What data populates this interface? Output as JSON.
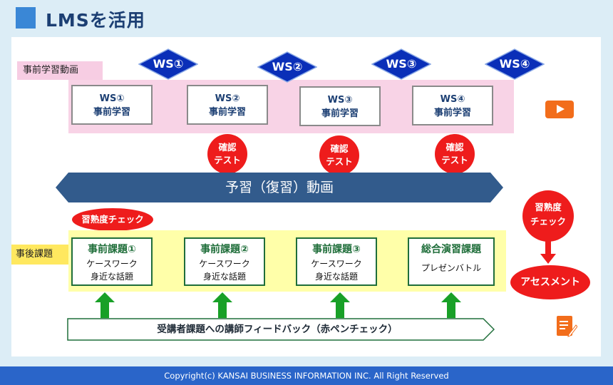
{
  "title": "LMSを活用",
  "pre_label": "事前学習動画",
  "post_label": "事後課題",
  "ws_diamonds": [
    "WS①",
    "WS②",
    "WS③",
    "WS④"
  ],
  "pre_boxes": [
    {
      "line1": "WS①",
      "line2": "事前学習"
    },
    {
      "line1": "WS②",
      "line2": "事前学習"
    },
    {
      "line1": "WS③",
      "line2": "事前学習"
    },
    {
      "line1": "WS④",
      "line2": "事前学習"
    }
  ],
  "quiz_circles": [
    {
      "line1": "確認",
      "line2": "テスト"
    },
    {
      "line1": "確認",
      "line2": "テスト"
    },
    {
      "line1": "確認",
      "line2": "テスト"
    }
  ],
  "banner": "予習（復習）動画",
  "proficiency_check": "習熟度チェック",
  "post_boxes": [
    {
      "heading": "事前課題①",
      "line1": "ケースワーク",
      "line2": "身近な話題"
    },
    {
      "heading": "事前課題②",
      "line1": "ケースワーク",
      "line2": "身近な話題"
    },
    {
      "heading": "事前課題③",
      "line1": "ケースワーク",
      "line2": "身近な話題"
    },
    {
      "heading": "総合演習課題",
      "line1": "プレゼンバトル",
      "line2": ""
    }
  ],
  "feedback": "受講者課題への講師フィードバック（赤ペンチェック）",
  "right_proficiency": {
    "line1": "習熟度",
    "line2": "チェック"
  },
  "assessment": "アセスメント",
  "footer": "Copyright(c) KANSAI BUSINESS INFORMATION INC. All Right Reserved",
  "colors": {
    "header_bg": "#dcedf6",
    "title_square": "#3a87d6",
    "title_text": "#1c3f73",
    "diamond": "#0a2fb8",
    "pink": "#f8d3e6",
    "yellow": "#ffffa9",
    "banner": "#325b8c",
    "red": "#ee1c1c",
    "green": "#18a027",
    "footer": "#2a65c9"
  },
  "icons": [
    "play-icon",
    "edit-document-icon"
  ]
}
